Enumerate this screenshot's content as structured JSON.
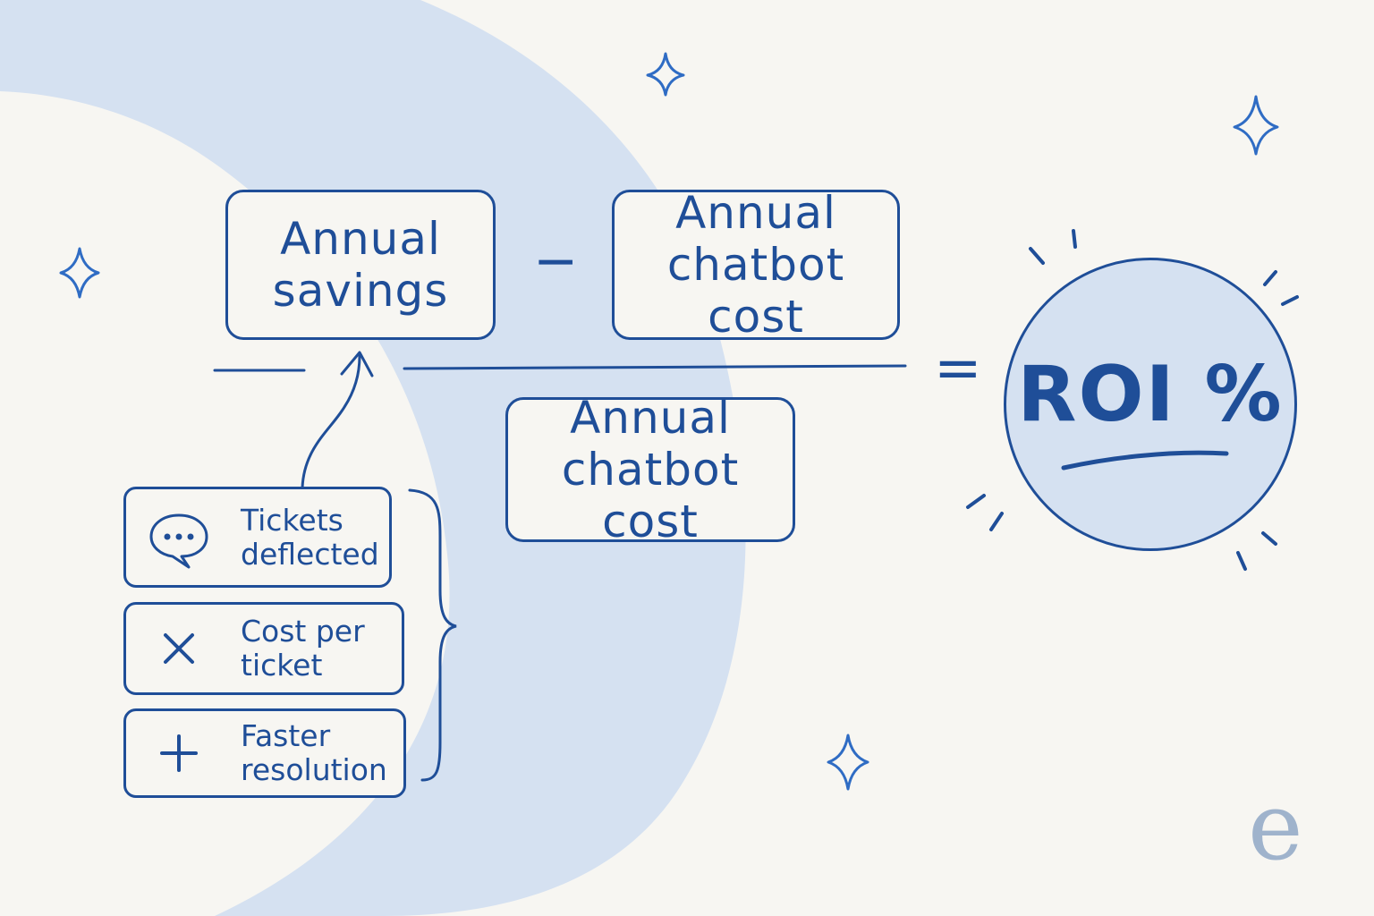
{
  "diagram": {
    "numerator": {
      "left_box": "Annual\nsavings",
      "operator": "−",
      "right_box": "Annual\nchatbot cost"
    },
    "denominator_box": "Annual\nchatbot cost",
    "equals": "=",
    "result": "ROI %",
    "inputs": [
      {
        "icon": "chat-bubble-icon",
        "label": "Tickets\ndeflected"
      },
      {
        "icon": "multiply-icon",
        "label": "Cost per\nticket"
      },
      {
        "icon": "plus-icon",
        "label": "Faster\nresolution"
      }
    ],
    "logo": "e"
  },
  "colors": {
    "ink": "#1f4e98",
    "background": "#f7f6f2",
    "swoosh": "#d5e1f1",
    "logo": "#9fb3cc"
  }
}
